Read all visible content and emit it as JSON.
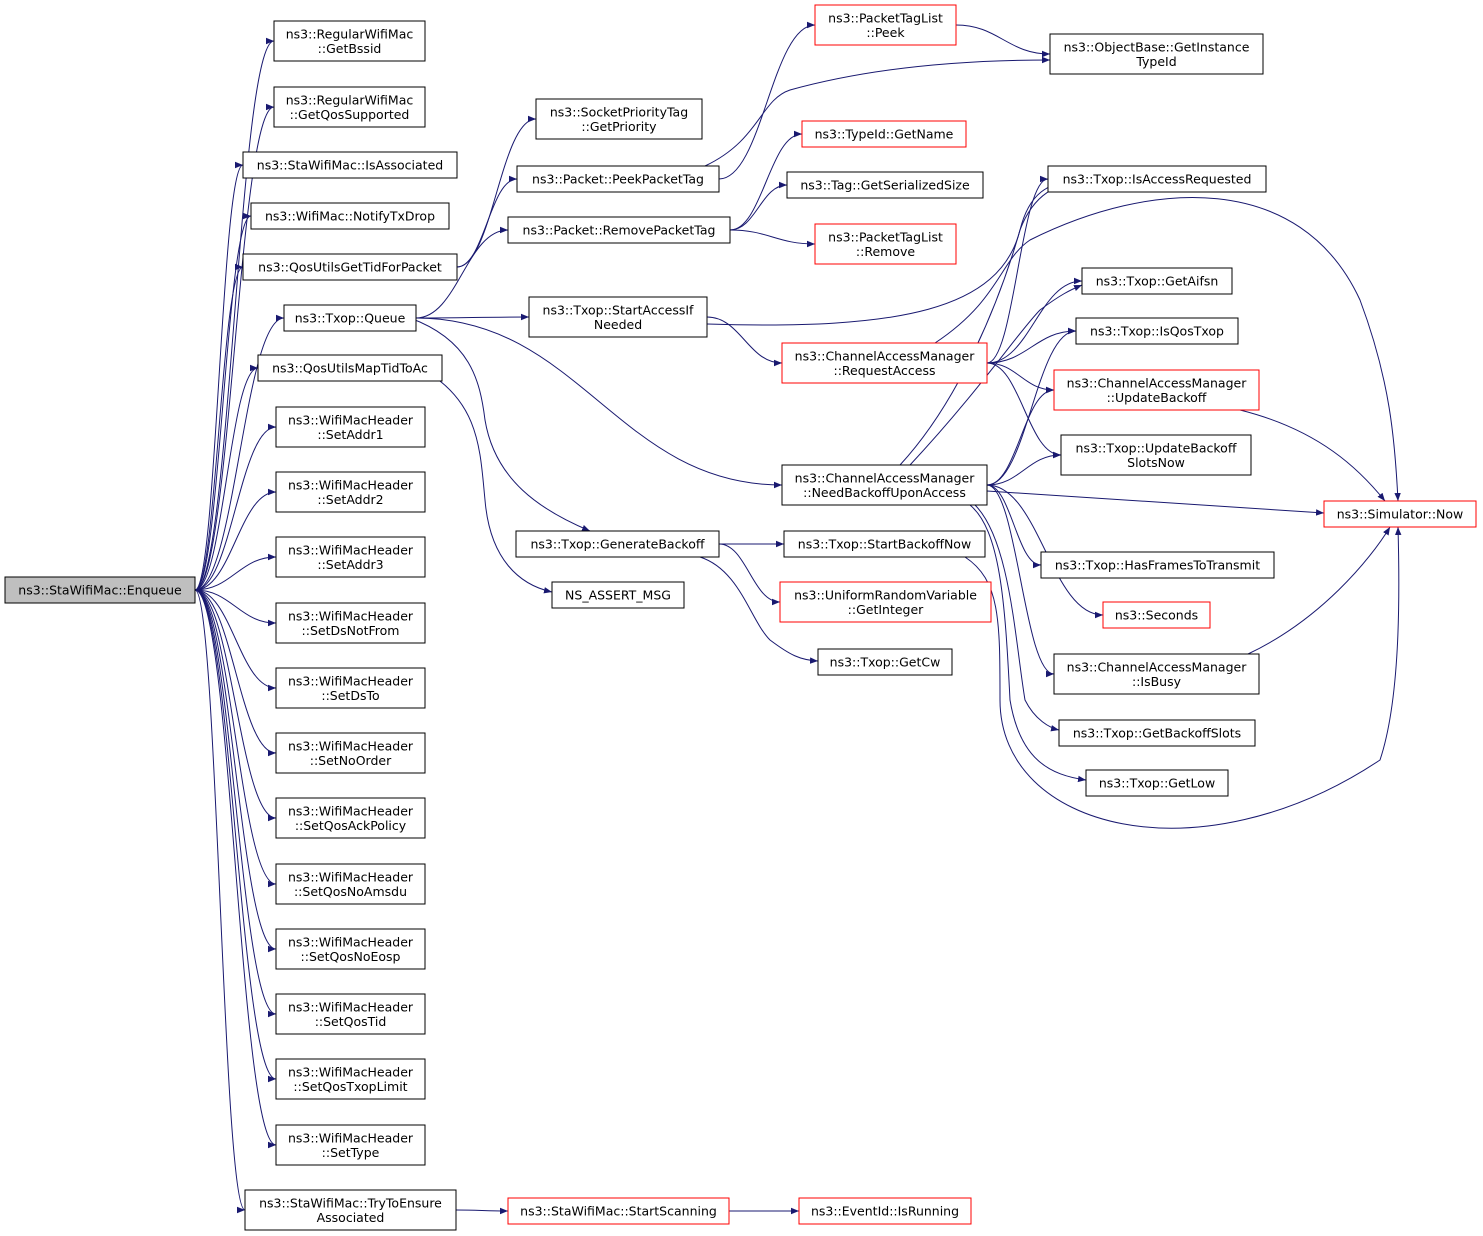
{
  "colors": {
    "edge": "#191970",
    "node_border": "#000000",
    "truncated_border": "#ff0000",
    "root_fill": "#bfbfbf",
    "background": "#ffffff"
  },
  "nodes": [
    {
      "id": "enqueue",
      "lines": [
        "ns3::StaWifiMac::Enqueue"
      ],
      "root": true
    },
    {
      "id": "getbssid",
      "lines": [
        "ns3::RegularWifiMac",
        "::GetBssid"
      ]
    },
    {
      "id": "getqossupported",
      "lines": [
        "ns3::RegularWifiMac",
        "::GetQosSupported"
      ]
    },
    {
      "id": "isassociated",
      "lines": [
        "ns3::StaWifiMac::IsAssociated"
      ]
    },
    {
      "id": "notifytxdrop",
      "lines": [
        "ns3::WifiMac::NotifyTxDrop"
      ]
    },
    {
      "id": "qosgettid",
      "lines": [
        "ns3::QosUtilsGetTidForPacket"
      ]
    },
    {
      "id": "txopqueue",
      "lines": [
        "ns3::Txop::Queue"
      ]
    },
    {
      "id": "qosmaptid",
      "lines": [
        "ns3::QosUtilsMapTidToAc"
      ]
    },
    {
      "id": "setaddr1",
      "lines": [
        "ns3::WifiMacHeader",
        "::SetAddr1"
      ]
    },
    {
      "id": "setaddr2",
      "lines": [
        "ns3::WifiMacHeader",
        "::SetAddr2"
      ]
    },
    {
      "id": "setaddr3",
      "lines": [
        "ns3::WifiMacHeader",
        "::SetAddr3"
      ]
    },
    {
      "id": "setdsnotfrom",
      "lines": [
        "ns3::WifiMacHeader",
        "::SetDsNotFrom"
      ]
    },
    {
      "id": "setdsto",
      "lines": [
        "ns3::WifiMacHeader",
        "::SetDsTo"
      ]
    },
    {
      "id": "setnoorder",
      "lines": [
        "ns3::WifiMacHeader",
        "::SetNoOrder"
      ]
    },
    {
      "id": "setqosackpolicy",
      "lines": [
        "ns3::WifiMacHeader",
        "::SetQosAckPolicy"
      ]
    },
    {
      "id": "setqosnoamsdu",
      "lines": [
        "ns3::WifiMacHeader",
        "::SetQosNoAmsdu"
      ]
    },
    {
      "id": "setqosnoeosp",
      "lines": [
        "ns3::WifiMacHeader",
        "::SetQosNoEosp"
      ]
    },
    {
      "id": "setqostid",
      "lines": [
        "ns3::WifiMacHeader",
        "::SetQosTid"
      ]
    },
    {
      "id": "setqostxoplimit",
      "lines": [
        "ns3::WifiMacHeader",
        "::SetQosTxopLimit"
      ]
    },
    {
      "id": "settype",
      "lines": [
        "ns3::WifiMacHeader",
        "::SetType"
      ]
    },
    {
      "id": "trytoensure",
      "lines": [
        "ns3::StaWifiMac::TryToEnsure",
        "Associated"
      ]
    },
    {
      "id": "socketprio",
      "lines": [
        "ns3::SocketPriorityTag",
        "::GetPriority"
      ]
    },
    {
      "id": "peekpackettag",
      "lines": [
        "ns3::Packet::PeekPacketTag"
      ]
    },
    {
      "id": "removepackettag",
      "lines": [
        "ns3::Packet::RemovePacketTag"
      ]
    },
    {
      "id": "startaccessif",
      "lines": [
        "ns3::Txop::StartAccessIf",
        "Needed"
      ]
    },
    {
      "id": "generatebackoff",
      "lines": [
        "ns3::Txop::GenerateBackoff"
      ]
    },
    {
      "id": "nsassert",
      "lines": [
        "NS_ASSERT_MSG"
      ]
    },
    {
      "id": "startscanning",
      "lines": [
        "ns3::StaWifiMac::StartScanning"
      ],
      "truncated": true
    },
    {
      "id": "ptlpeek",
      "lines": [
        "ns3::PacketTagList",
        "::Peek"
      ],
      "truncated": true
    },
    {
      "id": "typeidgetname",
      "lines": [
        "ns3::TypeId::GetName"
      ],
      "truncated": true
    },
    {
      "id": "taggetsize",
      "lines": [
        "ns3::Tag::GetSerializedSize"
      ]
    },
    {
      "id": "ptlremove",
      "lines": [
        "ns3::PacketTagList",
        "::Remove"
      ],
      "truncated": true
    },
    {
      "id": "requestaccess",
      "lines": [
        "ns3::ChannelAccessManager",
        "::RequestAccess"
      ],
      "truncated": true
    },
    {
      "id": "needbackoff",
      "lines": [
        "ns3::ChannelAccessManager",
        "::NeedBackoffUponAccess"
      ]
    },
    {
      "id": "startbackoffnow",
      "lines": [
        "ns3::Txop::StartBackoffNow"
      ]
    },
    {
      "id": "urvgetinteger",
      "lines": [
        "ns3::UniformRandomVariable",
        "::GetInteger"
      ],
      "truncated": true
    },
    {
      "id": "getcw",
      "lines": [
        "ns3::Txop::GetCw"
      ]
    },
    {
      "id": "eventidisrunning",
      "lines": [
        "ns3::EventId::IsRunning"
      ],
      "truncated": true
    },
    {
      "id": "getinstancetypeid",
      "lines": [
        "ns3::ObjectBase::GetInstance",
        "TypeId"
      ]
    },
    {
      "id": "isaccessrequested",
      "lines": [
        "ns3::Txop::IsAccessRequested"
      ]
    },
    {
      "id": "getaifsn",
      "lines": [
        "ns3::Txop::GetAifsn"
      ]
    },
    {
      "id": "isqostxop",
      "lines": [
        "ns3::Txop::IsQosTxop"
      ]
    },
    {
      "id": "updatebackoff",
      "lines": [
        "ns3::ChannelAccessManager",
        "::UpdateBackoff"
      ],
      "truncated": true
    },
    {
      "id": "updatebackoffslots",
      "lines": [
        "ns3::Txop::UpdateBackoff",
        "SlotsNow"
      ]
    },
    {
      "id": "simnow",
      "lines": [
        "ns3::Simulator::Now"
      ],
      "truncated": true
    },
    {
      "id": "hasframes",
      "lines": [
        "ns3::Txop::HasFramesToTransmit"
      ]
    },
    {
      "id": "seconds",
      "lines": [
        "ns3::Seconds"
      ],
      "truncated": true
    },
    {
      "id": "isbusy",
      "lines": [
        "ns3::ChannelAccessManager",
        "::IsBusy"
      ]
    },
    {
      "id": "getbackoffslots",
      "lines": [
        "ns3::Txop::GetBackoffSlots"
      ]
    },
    {
      "id": "getlow",
      "lines": [
        "ns3::Txop::GetLow"
      ]
    }
  ],
  "edges": [
    [
      "enqueue",
      "getbssid"
    ],
    [
      "enqueue",
      "getqossupported"
    ],
    [
      "enqueue",
      "isassociated"
    ],
    [
      "enqueue",
      "notifytxdrop"
    ],
    [
      "enqueue",
      "qosgettid"
    ],
    [
      "enqueue",
      "txopqueue"
    ],
    [
      "enqueue",
      "qosmaptid"
    ],
    [
      "enqueue",
      "setaddr1"
    ],
    [
      "enqueue",
      "setaddr2"
    ],
    [
      "enqueue",
      "setaddr3"
    ],
    [
      "enqueue",
      "setdsnotfrom"
    ],
    [
      "enqueue",
      "setdsto"
    ],
    [
      "enqueue",
      "setnoorder"
    ],
    [
      "enqueue",
      "setqosackpolicy"
    ],
    [
      "enqueue",
      "setqosnoamsdu"
    ],
    [
      "enqueue",
      "setqosnoeosp"
    ],
    [
      "enqueue",
      "setqostid"
    ],
    [
      "enqueue",
      "setqostxoplimit"
    ],
    [
      "enqueue",
      "settype"
    ],
    [
      "enqueue",
      "trytoensure"
    ],
    [
      "qosgettid",
      "socketprio"
    ],
    [
      "qosgettid",
      "peekpackettag"
    ],
    [
      "txopqueue",
      "removepackettag"
    ],
    [
      "txopqueue",
      "startaccessif"
    ],
    [
      "txopqueue",
      "generatebackoff"
    ],
    [
      "txopqueue",
      "needbackoff"
    ],
    [
      "qosmaptid",
      "nsassert"
    ],
    [
      "trytoensure",
      "startscanning"
    ],
    [
      "startscanning",
      "eventidisrunning"
    ],
    [
      "peekpackettag",
      "ptlpeek"
    ],
    [
      "peekpackettag",
      "getinstancetypeid"
    ],
    [
      "removepackettag",
      "typeidgetname"
    ],
    [
      "removepackettag",
      "taggetsize"
    ],
    [
      "removepackettag",
      "ptlremove"
    ],
    [
      "ptlpeek",
      "getinstancetypeid"
    ],
    [
      "startaccessif",
      "isaccessrequested"
    ],
    [
      "startaccessif",
      "requestaccess"
    ],
    [
      "requestaccess",
      "isaccessrequested"
    ],
    [
      "requestaccess",
      "getaifsn"
    ],
    [
      "requestaccess",
      "isqostxop"
    ],
    [
      "requestaccess",
      "updatebackoff"
    ],
    [
      "requestaccess",
      "updatebackoffslots"
    ],
    [
      "requestaccess",
      "simnow"
    ],
    [
      "needbackoff",
      "isaccessrequested"
    ],
    [
      "needbackoff",
      "getaifsn"
    ],
    [
      "needbackoff",
      "isqostxop"
    ],
    [
      "needbackoff",
      "updatebackoff"
    ],
    [
      "needbackoff",
      "updatebackoffslots"
    ],
    [
      "needbackoff",
      "simnow"
    ],
    [
      "needbackoff",
      "hasframes"
    ],
    [
      "needbackoff",
      "seconds"
    ],
    [
      "needbackoff",
      "isbusy"
    ],
    [
      "needbackoff",
      "getbackoffslots"
    ],
    [
      "needbackoff",
      "getlow"
    ],
    [
      "generatebackoff",
      "startbackoffnow"
    ],
    [
      "generatebackoff",
      "urvgetinteger"
    ],
    [
      "generatebackoff",
      "getcw"
    ],
    [
      "startbackoffnow",
      "getbackoffslots"
    ],
    [
      "updatebackoff",
      "simnow"
    ],
    [
      "isbusy",
      "simnow"
    ]
  ]
}
